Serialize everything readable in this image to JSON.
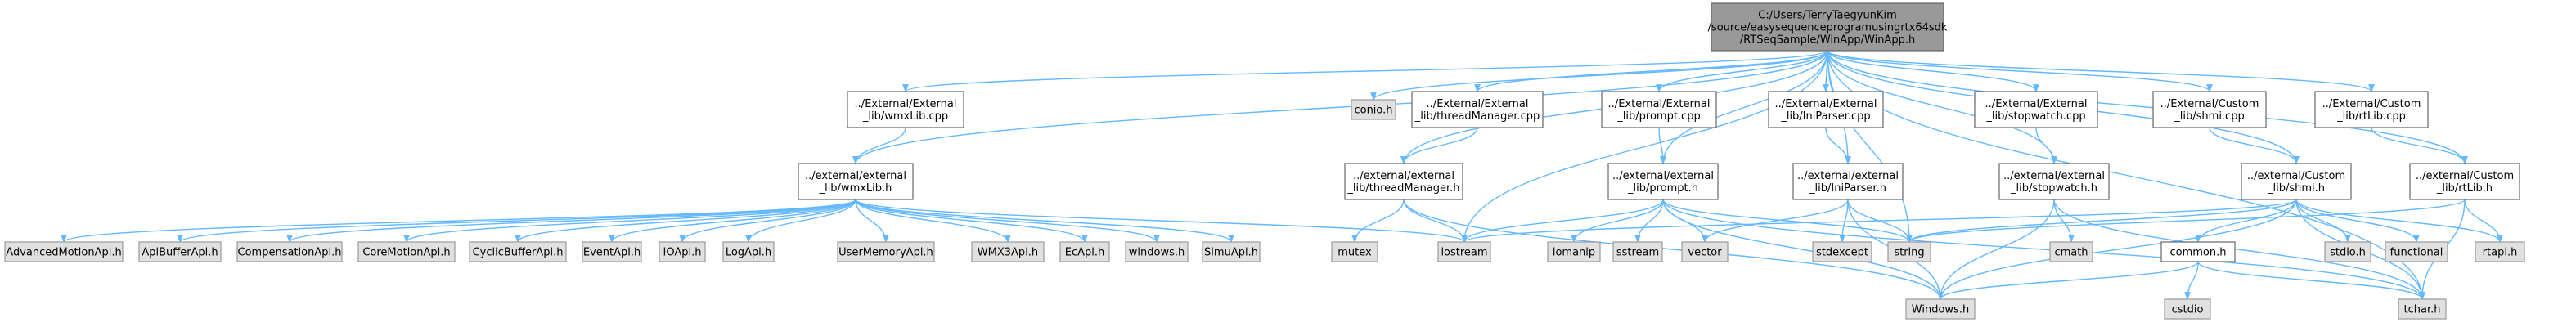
{
  "colors": {
    "edge": "#63b8ff",
    "root_fill": "#999999",
    "internal_fill": "#ffffff",
    "system_fill": "#e0e0e0",
    "border": "#666666"
  },
  "nodes": [
    {
      "id": "root",
      "kind": "root",
      "label": [
        "C:/Users/TerryTaegyunKim",
        "/source/easysequenceprogramusingrtx64sdk",
        "/RTSeqSample/WinApp/WinApp.h"
      ]
    },
    {
      "id": "ext_wmx_cpp",
      "kind": "internal",
      "label": [
        "../External/External",
        "_lib/wmxLib.cpp"
      ]
    },
    {
      "id": "conio",
      "kind": "system",
      "label": [
        "conio.h"
      ]
    },
    {
      "id": "ext_thread_cpp",
      "kind": "internal",
      "label": [
        "../External/External",
        "_lib/threadManager.cpp"
      ]
    },
    {
      "id": "ext_prompt_cpp",
      "kind": "internal",
      "label": [
        "../External/External",
        "_lib/prompt.cpp"
      ]
    },
    {
      "id": "ext_ini_cpp",
      "kind": "internal",
      "label": [
        "../External/External",
        "_lib/IniParser.cpp"
      ]
    },
    {
      "id": "ext_stop_cpp",
      "kind": "internal",
      "label": [
        "../External/External",
        "_lib/stopwatch.cpp"
      ]
    },
    {
      "id": "cus_shmi_cpp",
      "kind": "internal",
      "label": [
        "../External/Custom",
        "_lib/shmi.cpp"
      ]
    },
    {
      "id": "cus_rt_cpp",
      "kind": "internal",
      "label": [
        "../External/Custom",
        "_lib/rtLib.cpp"
      ]
    },
    {
      "id": "wmx_h",
      "kind": "internal",
      "label": [
        "../external/external",
        "_lib/wmxLib.h"
      ]
    },
    {
      "id": "thread_h",
      "kind": "internal",
      "label": [
        "../external/external",
        "_lib/threadManager.h"
      ]
    },
    {
      "id": "prompt_h",
      "kind": "internal",
      "label": [
        "../external/external",
        "_lib/prompt.h"
      ]
    },
    {
      "id": "ini_h",
      "kind": "internal",
      "label": [
        "../external/external",
        "_lib/IniParser.h"
      ]
    },
    {
      "id": "stop_h",
      "kind": "internal",
      "label": [
        "../external/external",
        "_lib/stopwatch.h"
      ]
    },
    {
      "id": "shmi_h",
      "kind": "internal",
      "label": [
        "../external/Custom",
        "_lib/shmi.h"
      ]
    },
    {
      "id": "rt_h",
      "kind": "internal",
      "label": [
        "../external/Custom",
        "_lib/rtLib.h"
      ]
    },
    {
      "id": "advmotion",
      "kind": "system",
      "label": [
        "AdvancedMotionApi.h"
      ]
    },
    {
      "id": "apibuffer",
      "kind": "system",
      "label": [
        "ApiBufferApi.h"
      ]
    },
    {
      "id": "compensation",
      "kind": "system",
      "label": [
        "CompensationApi.h"
      ]
    },
    {
      "id": "coremotion",
      "kind": "system",
      "label": [
        "CoreMotionApi.h"
      ]
    },
    {
      "id": "cyclicbuffer",
      "kind": "system",
      "label": [
        "CyclicBufferApi.h"
      ]
    },
    {
      "id": "eventapi",
      "kind": "system",
      "label": [
        "EventApi.h"
      ]
    },
    {
      "id": "ioapi",
      "kind": "system",
      "label": [
        "IOApi.h"
      ]
    },
    {
      "id": "logapi",
      "kind": "system",
      "label": [
        "LogApi.h"
      ]
    },
    {
      "id": "usermemory",
      "kind": "system",
      "label": [
        "UserMemoryApi.h"
      ]
    },
    {
      "id": "wmx3api",
      "kind": "system",
      "label": [
        "WMX3Api.h"
      ]
    },
    {
      "id": "ecapi",
      "kind": "system",
      "label": [
        "EcApi.h"
      ]
    },
    {
      "id": "windows_lc",
      "kind": "system",
      "label": [
        "windows.h"
      ]
    },
    {
      "id": "simuapi",
      "kind": "system",
      "label": [
        "SimuApi.h"
      ]
    },
    {
      "id": "mutex",
      "kind": "system",
      "label": [
        "mutex"
      ]
    },
    {
      "id": "iostream",
      "kind": "system",
      "label": [
        "iostream"
      ]
    },
    {
      "id": "iomanip",
      "kind": "system",
      "label": [
        "iomanip"
      ]
    },
    {
      "id": "sstream",
      "kind": "system",
      "label": [
        "sstream"
      ]
    },
    {
      "id": "vector",
      "kind": "system",
      "label": [
        "vector"
      ]
    },
    {
      "id": "stdexcept",
      "kind": "system",
      "label": [
        "stdexcept"
      ]
    },
    {
      "id": "string",
      "kind": "system",
      "label": [
        "string"
      ]
    },
    {
      "id": "cmath",
      "kind": "system",
      "label": [
        "cmath"
      ]
    },
    {
      "id": "common_h",
      "kind": "internal",
      "label": [
        "common.h"
      ]
    },
    {
      "id": "stdio",
      "kind": "system",
      "label": [
        "stdio.h"
      ]
    },
    {
      "id": "functional",
      "kind": "system",
      "label": [
        "functional"
      ]
    },
    {
      "id": "rtapi",
      "kind": "system",
      "label": [
        "rtapi.h"
      ]
    },
    {
      "id": "windows_h",
      "kind": "system",
      "label": [
        "Windows.h"
      ]
    },
    {
      "id": "cstdio",
      "kind": "system",
      "label": [
        "cstdio"
      ]
    },
    {
      "id": "tchar",
      "kind": "system",
      "label": [
        "tchar.h"
      ]
    }
  ],
  "edges": [
    [
      "root",
      "ext_wmx_cpp"
    ],
    [
      "root",
      "conio"
    ],
    [
      "root",
      "ext_thread_cpp"
    ],
    [
      "root",
      "ext_prompt_cpp"
    ],
    [
      "root",
      "ext_ini_cpp"
    ],
    [
      "root",
      "ext_stop_cpp"
    ],
    [
      "root",
      "cus_shmi_cpp"
    ],
    [
      "root",
      "cus_rt_cpp"
    ],
    [
      "root",
      "wmx_h"
    ],
    [
      "root",
      "thread_h"
    ],
    [
      "root",
      "prompt_h"
    ],
    [
      "root",
      "ini_h"
    ],
    [
      "root",
      "stop_h"
    ],
    [
      "root",
      "shmi_h"
    ],
    [
      "root",
      "rt_h"
    ],
    [
      "root",
      "iostream"
    ],
    [
      "root",
      "string"
    ],
    [
      "root",
      "tchar"
    ],
    [
      "ext_wmx_cpp",
      "wmx_h"
    ],
    [
      "ext_thread_cpp",
      "thread_h"
    ],
    [
      "ext_prompt_cpp",
      "prompt_h"
    ],
    [
      "ext_ini_cpp",
      "ini_h"
    ],
    [
      "ext_stop_cpp",
      "stop_h"
    ],
    [
      "cus_shmi_cpp",
      "shmi_h"
    ],
    [
      "cus_rt_cpp",
      "rt_h"
    ],
    [
      "wmx_h",
      "advmotion"
    ],
    [
      "wmx_h",
      "apibuffer"
    ],
    [
      "wmx_h",
      "compensation"
    ],
    [
      "wmx_h",
      "coremotion"
    ],
    [
      "wmx_h",
      "cyclicbuffer"
    ],
    [
      "wmx_h",
      "eventapi"
    ],
    [
      "wmx_h",
      "ioapi"
    ],
    [
      "wmx_h",
      "logapi"
    ],
    [
      "wmx_h",
      "usermemory"
    ],
    [
      "wmx_h",
      "wmx3api"
    ],
    [
      "wmx_h",
      "ecapi"
    ],
    [
      "wmx_h",
      "windows_lc"
    ],
    [
      "wmx_h",
      "simuapi"
    ],
    [
      "wmx_h",
      "iostream"
    ],
    [
      "thread_h",
      "mutex"
    ],
    [
      "thread_h",
      "iostream"
    ],
    [
      "thread_h",
      "windows_h"
    ],
    [
      "prompt_h",
      "iostream"
    ],
    [
      "prompt_h",
      "iomanip"
    ],
    [
      "prompt_h",
      "sstream"
    ],
    [
      "prompt_h",
      "vector"
    ],
    [
      "prompt_h",
      "string"
    ],
    [
      "prompt_h",
      "windows_h"
    ],
    [
      "prompt_h",
      "tchar"
    ],
    [
      "ini_h",
      "vector"
    ],
    [
      "ini_h",
      "stdexcept"
    ],
    [
      "ini_h",
      "string"
    ],
    [
      "ini_h",
      "windows_h"
    ],
    [
      "stop_h",
      "cmath"
    ],
    [
      "stop_h",
      "windows_h"
    ],
    [
      "stop_h",
      "tchar"
    ],
    [
      "shmi_h",
      "string"
    ],
    [
      "shmi_h",
      "common_h"
    ],
    [
      "shmi_h",
      "stdio"
    ],
    [
      "shmi_h",
      "functional"
    ],
    [
      "shmi_h",
      "rtapi"
    ],
    [
      "shmi_h",
      "windows_h"
    ],
    [
      "shmi_h",
      "tchar"
    ],
    [
      "shmi_h",
      "iostream"
    ],
    [
      "rt_h",
      "string"
    ],
    [
      "rt_h",
      "rtapi"
    ],
    [
      "rt_h",
      "tchar"
    ],
    [
      "common_h",
      "cstdio"
    ],
    [
      "common_h",
      "windows_h"
    ],
    [
      "common_h",
      "tchar"
    ]
  ]
}
